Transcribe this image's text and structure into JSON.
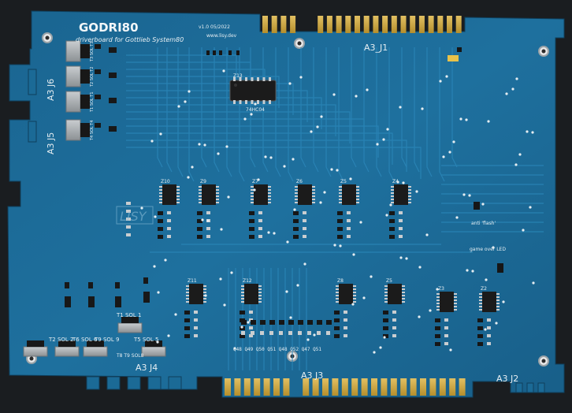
{
  "board": {
    "title": "GODRI80",
    "subtitle": "driverboard for Gottlieb System80",
    "version": "v1.0 05/2022",
    "website": "www.lisy.dev",
    "chip_label": "74HC04",
    "ic_ref_z13": "Z13",
    "logo_text": "LISY",
    "colors": {
      "solder_mask": "#1e6f9c",
      "solder_mask_dark": "#175a80",
      "trace": "#2a82b2",
      "silkscreen": "#e6eef2",
      "gold": "#d8b24a",
      "chip_body": "#1b1b1b",
      "background": "#1a1d20"
    }
  },
  "connectors": {
    "j1": "A3_J1",
    "j2": "A3 J2",
    "j3": "A3 J3",
    "j4": "A3 J4",
    "j5": "A3 J5",
    "j6": "A3 J6"
  },
  "ic_refs": [
    "Z10",
    "Z9",
    "Z7",
    "Z6",
    "Z5",
    "Z4",
    "Z11",
    "Z12",
    "Z8",
    "Z5",
    "Z3",
    "Z2"
  ],
  "top_transistors": [
    "T3 SOL T3",
    "T2 SOL T2",
    "T1 SOL T1",
    "T4 SOL T4"
  ],
  "bottom_labels": {
    "t2": "T2  SOL 2",
    "t6": "T6  SOL 6",
    "t9": "T9  SOL 9",
    "t1": "T1  SOL 1",
    "t5": "T5  SOL 5",
    "tag": "T8 T9 SOL8"
  },
  "misc_labels": {
    "anti_flash": "anti 'flash'",
    "game_over": "game over LED"
  },
  "bottom_transistor_row": "Q48 Q49 Q50 Q51 Q48 Q52 Q47 Q51"
}
